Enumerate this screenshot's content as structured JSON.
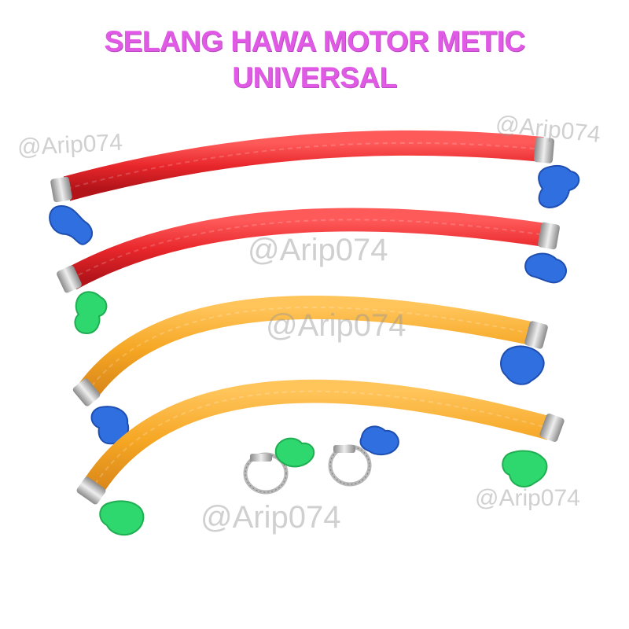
{
  "title": {
    "line1": "SELANG HAWA MOTOR METIC",
    "line2": "UNIVERSAL"
  },
  "watermark": "@Arip074",
  "colors": {
    "title": "#e05ae6",
    "red_hose": "#e8272b",
    "orange_hose": "#f5a623",
    "blue_clip": "#2f6fe0",
    "green_clip": "#2fd86e",
    "metal": "#c9c9c9"
  },
  "items": [
    {
      "name": "red-hose",
      "color": "red",
      "clip_left": "blue",
      "clip_right": "blue"
    },
    {
      "name": "red-hose",
      "color": "red",
      "clip_left": "green",
      "clip_right": "blue"
    },
    {
      "name": "orange-hose",
      "color": "orange",
      "clip_left": "blue",
      "clip_right": "blue"
    },
    {
      "name": "orange-hose",
      "color": "orange",
      "clip_left": "green",
      "clip_right": "green"
    },
    {
      "name": "loose-clamp",
      "color": "green"
    },
    {
      "name": "loose-clamp",
      "color": "blue"
    }
  ]
}
